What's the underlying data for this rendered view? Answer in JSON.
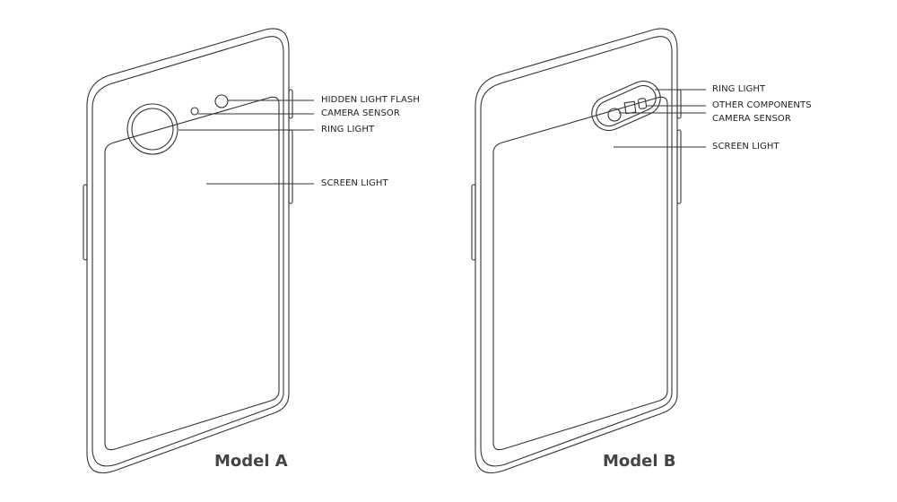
{
  "models": [
    {
      "title": "Model A",
      "labels": [
        "HIDDEN LIGHT FLASH",
        "CAMERA SENSOR",
        "RING LIGHT",
        "SCREEN LIGHT"
      ]
    },
    {
      "title": "Model B",
      "labels": [
        "RING LIGHT",
        "OTHER COMPONENTS",
        "CAMERA SENSOR",
        "SCREEN LIGHT"
      ]
    }
  ]
}
